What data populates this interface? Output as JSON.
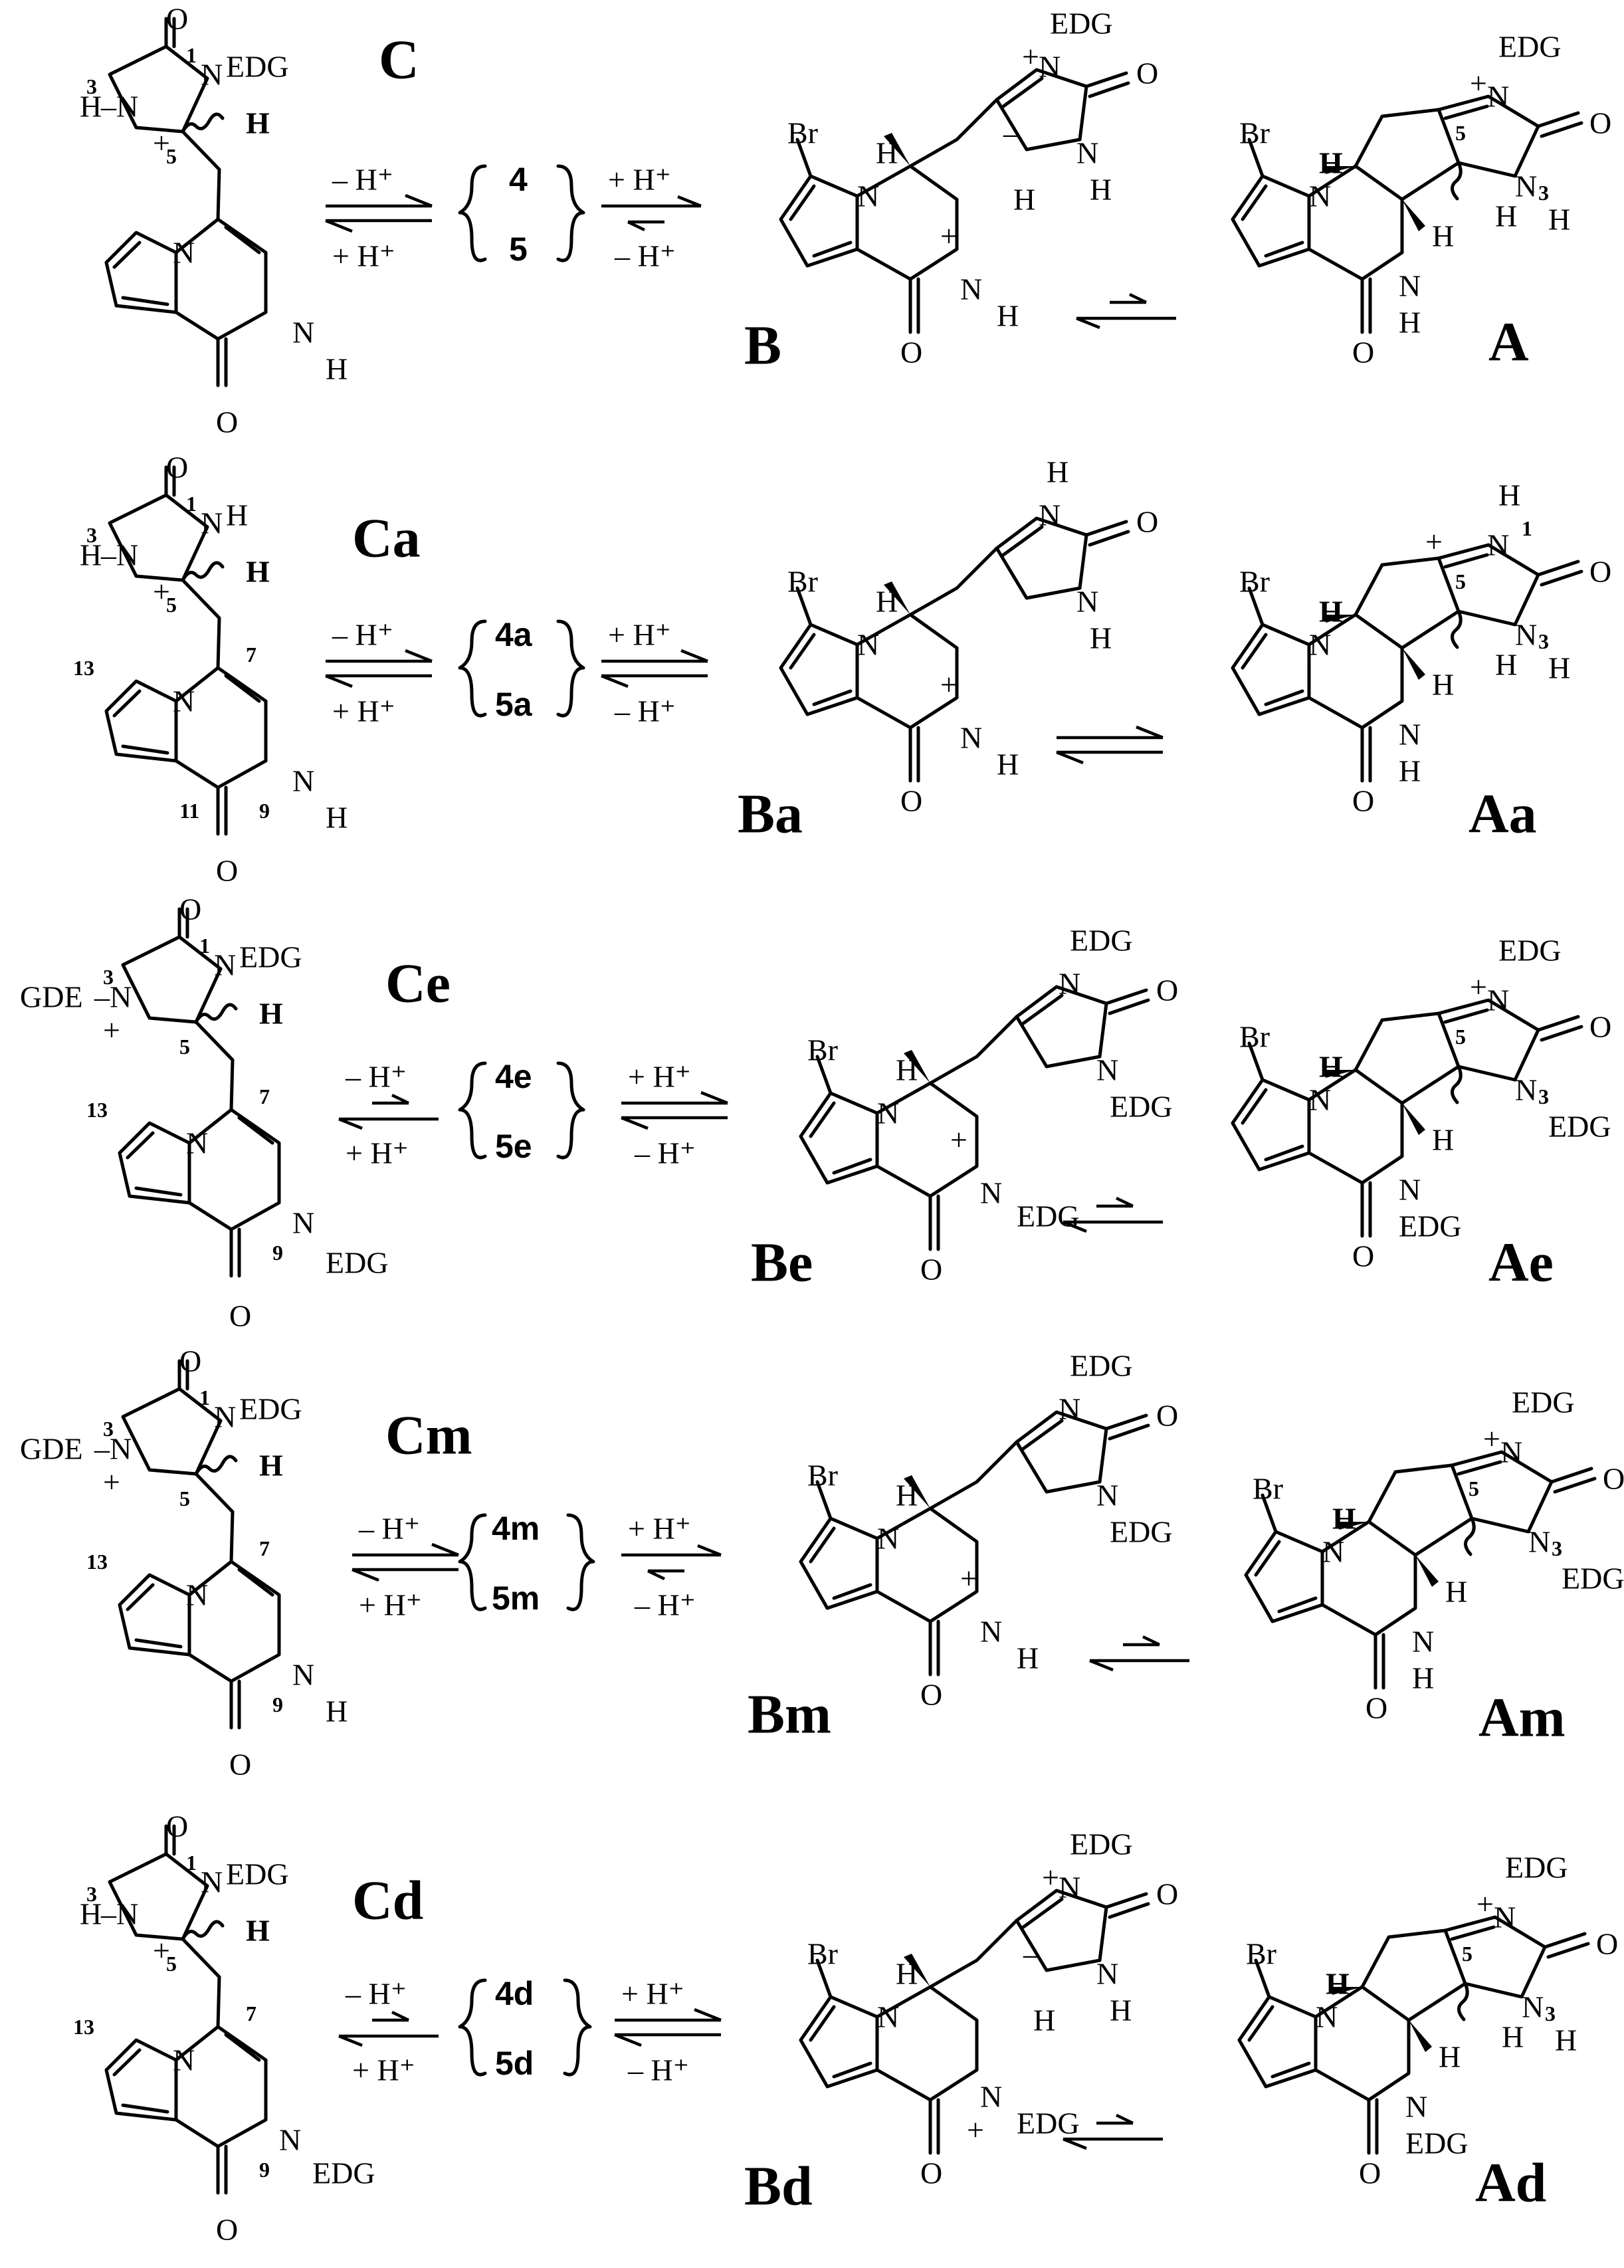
{
  "rows": [
    {
      "C": {
        "label": "C",
        "n1": "EDG",
        "n3": "H",
        "n9": "H",
        "numbers": {
          "n1": "1",
          "n3": "3",
          "c5": "5"
        }
      },
      "intermediates": [
        "4",
        "5"
      ],
      "reagents": {
        "fwd1": "– H⁺",
        "back1": "+ H⁺",
        "fwd2": "+ H⁺",
        "back2": "– H⁺"
      },
      "B": {
        "label": "B",
        "br": "Br",
        "imid_top": "EDG",
        "imid_n3": "H",
        "n9": "H"
      },
      "A": {
        "label": "A",
        "br": "Br",
        "n1": "EDG",
        "n3": "H",
        "n9": "H",
        "numbers": {
          "n3": "3",
          "c5": "5"
        }
      }
    },
    {
      "C": {
        "label": "Ca",
        "n1": "H",
        "n3": "H",
        "n9": "H",
        "numbers": {
          "n1": "1",
          "n3": "3",
          "c5": "5",
          "c7": "7",
          "c9": "9",
          "c11": "11",
          "c13": "13"
        }
      },
      "intermediates": [
        "4a",
        "5a"
      ],
      "reagents": {
        "fwd1": "– H⁺",
        "back1": "+ H⁺",
        "fwd2": "+ H⁺",
        "back2": "– H⁺"
      },
      "B": {
        "label": "Ba",
        "br": "Br",
        "imid_top": "H",
        "imid_n3": "H",
        "n9": "H"
      },
      "A": {
        "label": "Aa",
        "br": "Br",
        "n1": "H",
        "n3": "H",
        "n9": "H",
        "numbers": {
          "n1": "1",
          "n3": "3",
          "c5": "5"
        }
      }
    },
    {
      "C": {
        "label": "Ce",
        "n1": "EDG",
        "n3": "GDE",
        "n9": "EDG",
        "numbers": {
          "n1": "1",
          "n3": "3",
          "c5": "5",
          "c7": "7",
          "c9": "9",
          "c13": "13"
        }
      },
      "intermediates": [
        "4e",
        "5e"
      ],
      "reagents": {
        "fwd1": "– H⁺",
        "back1": "+ H⁺",
        "fwd2": "+ H⁺",
        "back2": "– H⁺"
      },
      "B": {
        "label": "Be",
        "br": "Br",
        "imid_top": "EDG",
        "imid_n3": "EDG",
        "n9": "EDG"
      },
      "A": {
        "label": "Ae",
        "br": "Br",
        "n1": "EDG",
        "n3": "EDG",
        "n9": "EDG",
        "numbers": {
          "n3": "3",
          "c5": "5"
        }
      }
    },
    {
      "C": {
        "label": "Cm",
        "n1": "EDG",
        "n3": "GDE",
        "n9": "H",
        "numbers": {
          "n1": "1",
          "n3": "3",
          "c5": "5",
          "c7": "7",
          "c9": "9",
          "c13": "13"
        }
      },
      "intermediates": [
        "4m",
        "5m"
      ],
      "reagents": {
        "fwd1": "– H⁺",
        "back1": "+ H⁺",
        "fwd2": "+ H⁺",
        "back2": "– H⁺"
      },
      "B": {
        "label": "Bm",
        "br": "Br",
        "imid_top": "EDG",
        "imid_n3": "EDG",
        "n9": "H"
      },
      "A": {
        "label": "Am",
        "br": "Br",
        "n1": "EDG",
        "n3": "EDG",
        "n9": "H",
        "numbers": {
          "n3": "3",
          "c5": "5"
        }
      }
    },
    {
      "C": {
        "label": "Cd",
        "n1": "EDG",
        "n3": "H",
        "n9": "EDG",
        "numbers": {
          "n1": "1",
          "n3": "3",
          "c5": "5",
          "c7": "7",
          "c9": "9",
          "c13": "13"
        }
      },
      "intermediates": [
        "4d",
        "5d"
      ],
      "reagents": {
        "fwd1": "– H⁺",
        "back1": "+ H⁺",
        "fwd2": "+ H⁺",
        "back2": "– H⁺"
      },
      "B": {
        "label": "Bd",
        "br": "Br",
        "imid_top": "EDG",
        "imid_n3": "H",
        "n9": "EDG"
      },
      "A": {
        "label": "Ad",
        "br": "Br",
        "n1": "EDG",
        "n3": "H",
        "n9": "EDG",
        "numbers": {
          "n3": "3",
          "c5": "5"
        }
      }
    }
  ],
  "atoms": {
    "N": "N",
    "O": "O",
    "H": "H",
    "plus": "+",
    "minus": "–"
  }
}
